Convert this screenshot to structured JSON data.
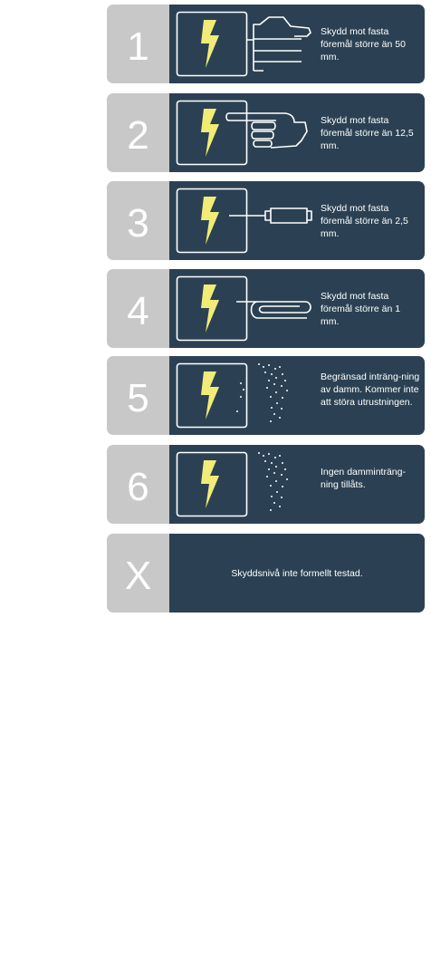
{
  "rows": [
    {
      "level": "1",
      "text": "Skydd mot fasta föremål större än 50 mm.",
      "illustration": "hand-icon"
    },
    {
      "level": "2",
      "text": "Skydd mot fasta föremål större än 12,5 mm.",
      "illustration": "finger-icon"
    },
    {
      "level": "3",
      "text": "Skydd mot fasta föremål större än 2,5 mm.",
      "illustration": "screwdriver-icon"
    },
    {
      "level": "4",
      "text": "Skydd mot fasta föremål större än 1 mm.",
      "illustration": "paperclip-icon"
    },
    {
      "level": "5",
      "text": "Begränsad inträng-ning av damm. Kommer inte att störa utrustningen.",
      "illustration": "dust-icon"
    },
    {
      "level": "6",
      "text": "Ingen damminträng-ning tillåts.",
      "illustration": "dust-icon"
    },
    {
      "level": "X",
      "text": "Skyddsnivå inte formellt testad.",
      "illustration": "none"
    }
  ],
  "colors": {
    "number_bg": "#c8c8c8",
    "panel_bg": "#2b4153",
    "bolt": "#f1ec77",
    "line": "#ffffff"
  }
}
